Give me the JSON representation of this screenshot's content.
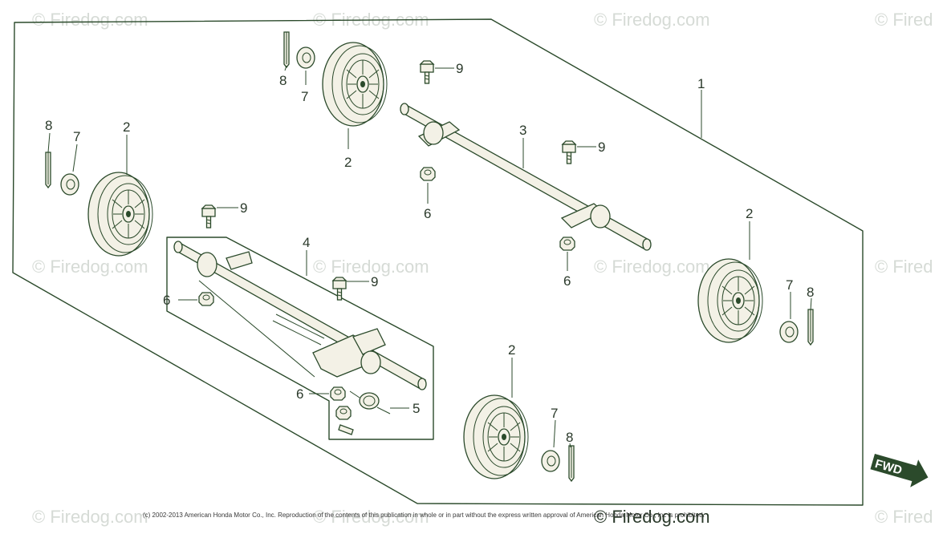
{
  "watermark": {
    "text": "© Firedog.com",
    "text_short": "© Fired"
  },
  "callouts": {
    "c1": "1",
    "c2a": "2",
    "c2b": "2",
    "c2c": "2",
    "c2d": "2",
    "c3": "3",
    "c4": "4",
    "c5": "5",
    "c6a": "6",
    "c6b": "6",
    "c6c": "6",
    "c6d": "6",
    "c7a": "7",
    "c7b": "7",
    "c7c": "7",
    "c7d": "7",
    "c8a": "8",
    "c8b": "8",
    "c8c": "8",
    "c8d": "8",
    "c9a": "9",
    "c9b": "9",
    "c9c": "9",
    "c9d": "9"
  },
  "direction_label": "FWD",
  "copyright": "(c) 2002-2013 American Honda Motor Co., Inc. Reproduction of the contents of this publication in whole or in part without the express written approval of American Honda Motor Co., Inc is prohibited.",
  "colors": {
    "line": "#2b4a2b",
    "paper": "#ffffff",
    "watermark": "#d6dbd6"
  }
}
